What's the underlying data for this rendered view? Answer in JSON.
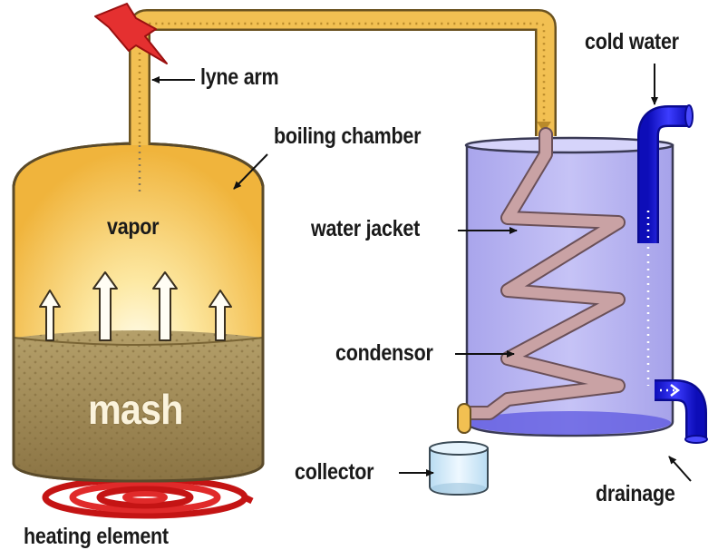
{
  "labels": {
    "lyne_arm": "lyne arm",
    "boiling_chamber": "boiling chamber",
    "vapor": "vapor",
    "mash": "mash",
    "heating_element": "heating element",
    "cold_water": "cold water",
    "water_jacket": "water jacket",
    "condensor": "condensor",
    "collector": "collector",
    "drainage": "drainage"
  },
  "colors": {
    "vapor_top": "#f7c64a",
    "vapor_glow": "#fff7d6",
    "mash": "#a08a57",
    "pipe": "#f2c052",
    "water": "#b7b4f2",
    "cold_water_pipe": "#1f1fe0",
    "heating_coil": "#d81f1f",
    "spark": "#e53030",
    "collector_glass": "#cfe8f7"
  }
}
